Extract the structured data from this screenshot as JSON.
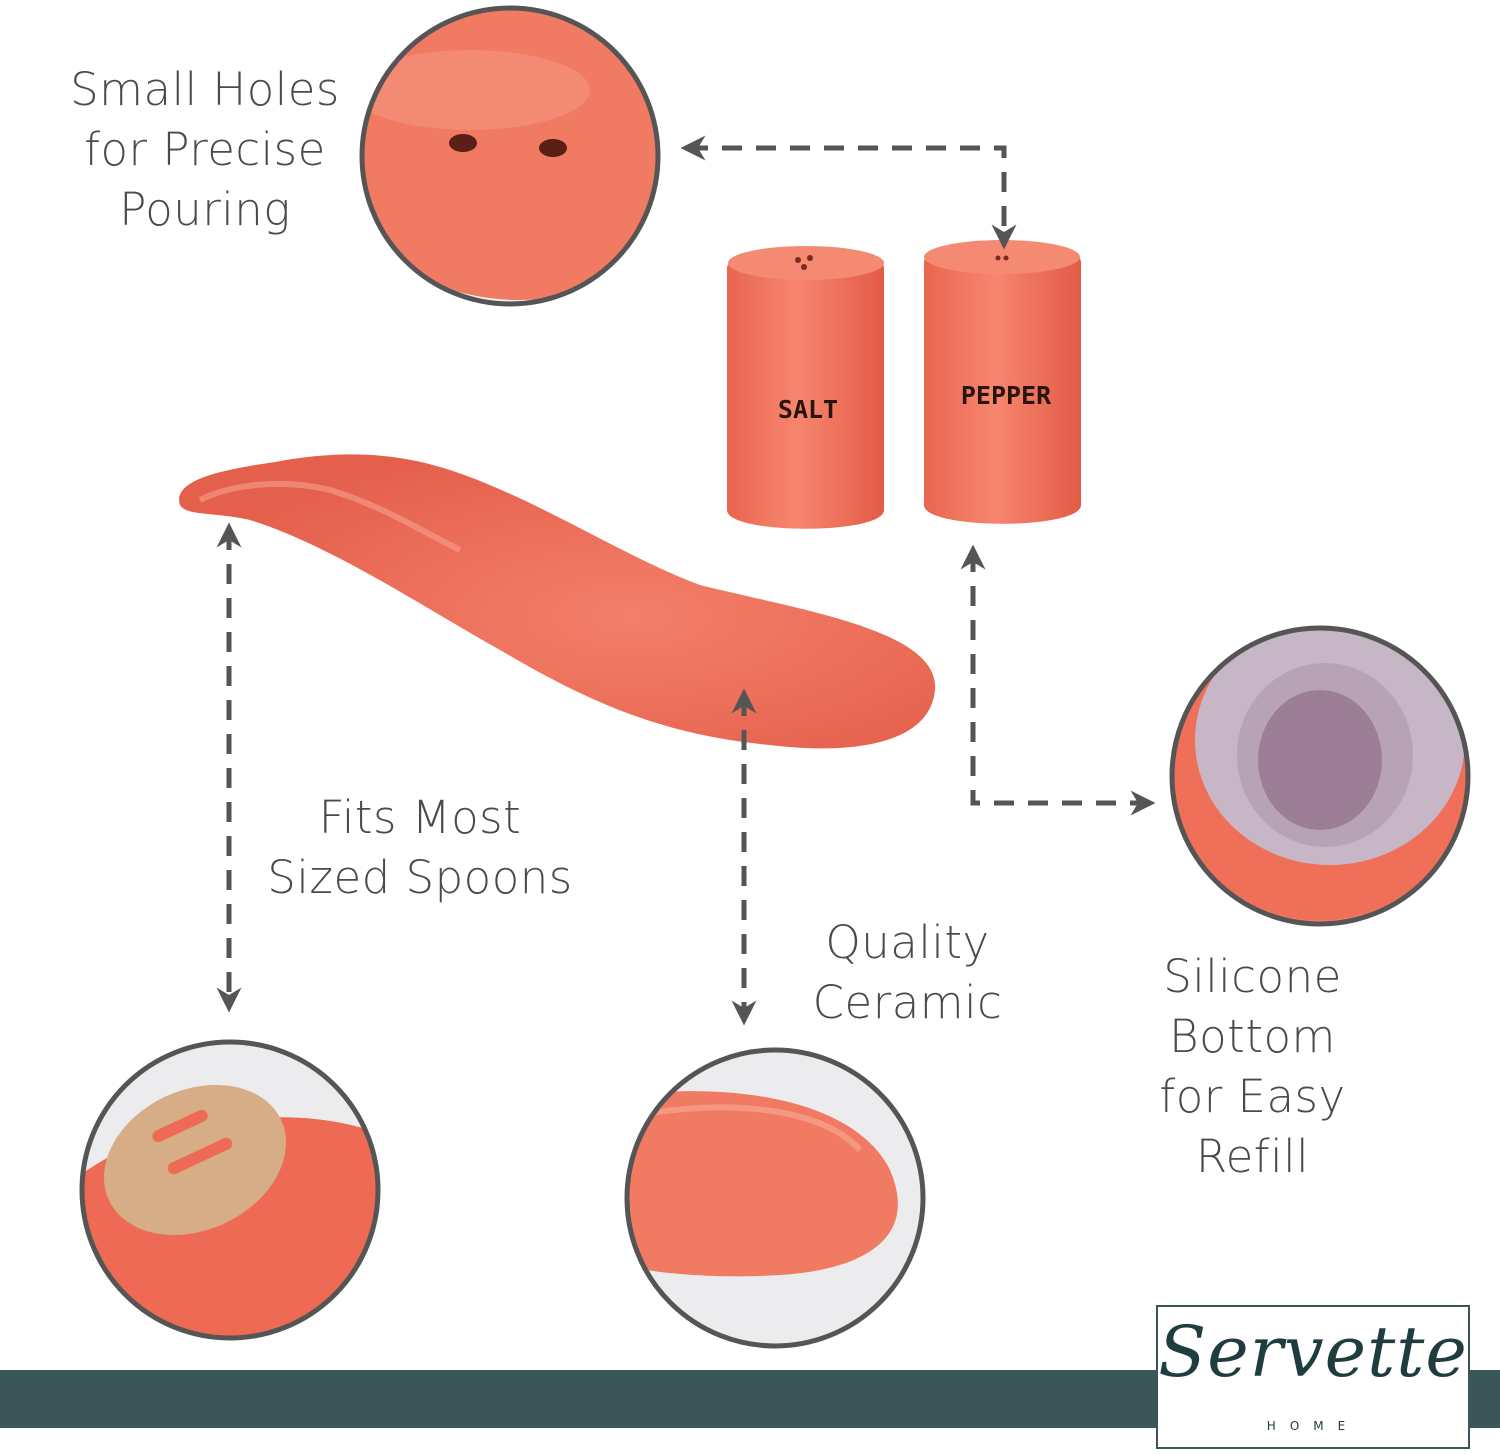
{
  "callouts": {
    "holes": {
      "lines": [
        "Small Holes",
        "for Precise",
        "Pouring"
      ]
    },
    "spoons": {
      "lines": [
        "Fits Most",
        "Sized Spoons"
      ]
    },
    "ceramic": {
      "lines": [
        "Quality",
        "Ceramic"
      ]
    },
    "silicone": {
      "lines": [
        "Silicone",
        "Bottom",
        "for Easy",
        "Refill"
      ]
    }
  },
  "shakers": {
    "salt_label": "SALT",
    "pepper_label": "PEPPER"
  },
  "brand": {
    "script": "Servette",
    "sub": "HOME"
  },
  "colors": {
    "product": "#f0705a",
    "band": "#3a5658",
    "text": "#4a4a4a",
    "arrow": "#555555"
  }
}
